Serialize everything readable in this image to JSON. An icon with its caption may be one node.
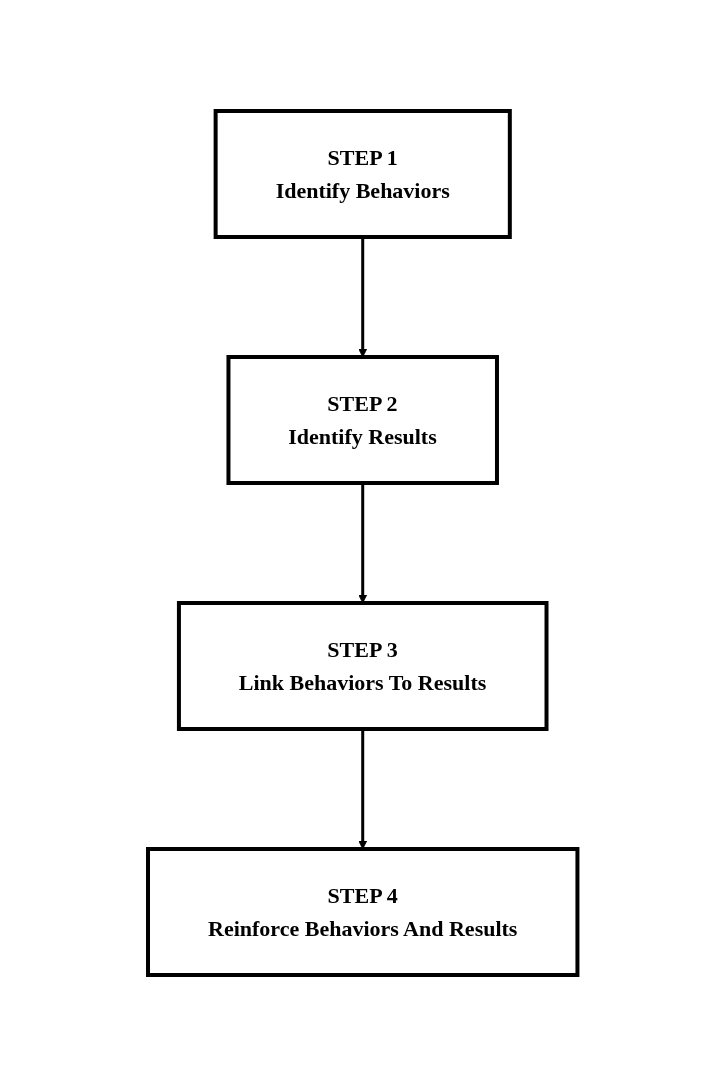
{
  "diagram": {
    "nodes": [
      {
        "text": [
          "STEP 1",
          "Identify Behaviors"
        ]
      },
      {
        "text": [
          "STEP 2",
          "Identify Results"
        ]
      },
      {
        "text": [
          "STEP 3",
          "Link Behaviors To Results"
        ]
      },
      {
        "text": [
          "STEP 4",
          "Reinforce Behaviors And Results"
        ]
      }
    ],
    "edges": [
      {
        "from": 0,
        "to": 1,
        "arrow": "to"
      },
      {
        "from": 1,
        "to": 2,
        "arrow": "to"
      },
      {
        "from": 2,
        "to": 3,
        "arrow": "to"
      }
    ]
  }
}
